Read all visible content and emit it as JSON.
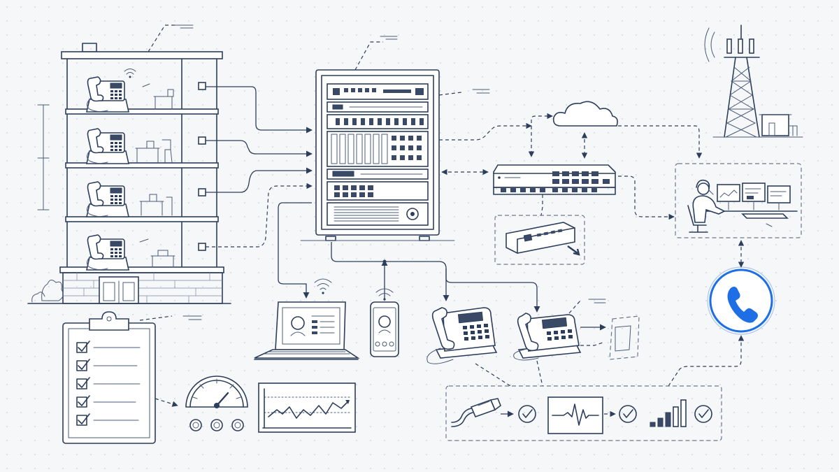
{
  "colors": {
    "ink": "#2c3e5c",
    "accent_blue": "#1e6ee6",
    "background": "#f6f7f9",
    "grid_dot": "#d3d8e0"
  },
  "icons": [
    "office-building",
    "desk-phone",
    "wifi-icon",
    "server-rack",
    "cloud-icon",
    "network-switch",
    "power-supply-module",
    "cell-tower",
    "operator-workstation",
    "call-icon",
    "clipboard-checklist",
    "gauge-meter",
    "line-chart",
    "laptop",
    "smartphone",
    "cable-connector",
    "check-icon",
    "waveform-icon",
    "signal-bars-icon"
  ]
}
